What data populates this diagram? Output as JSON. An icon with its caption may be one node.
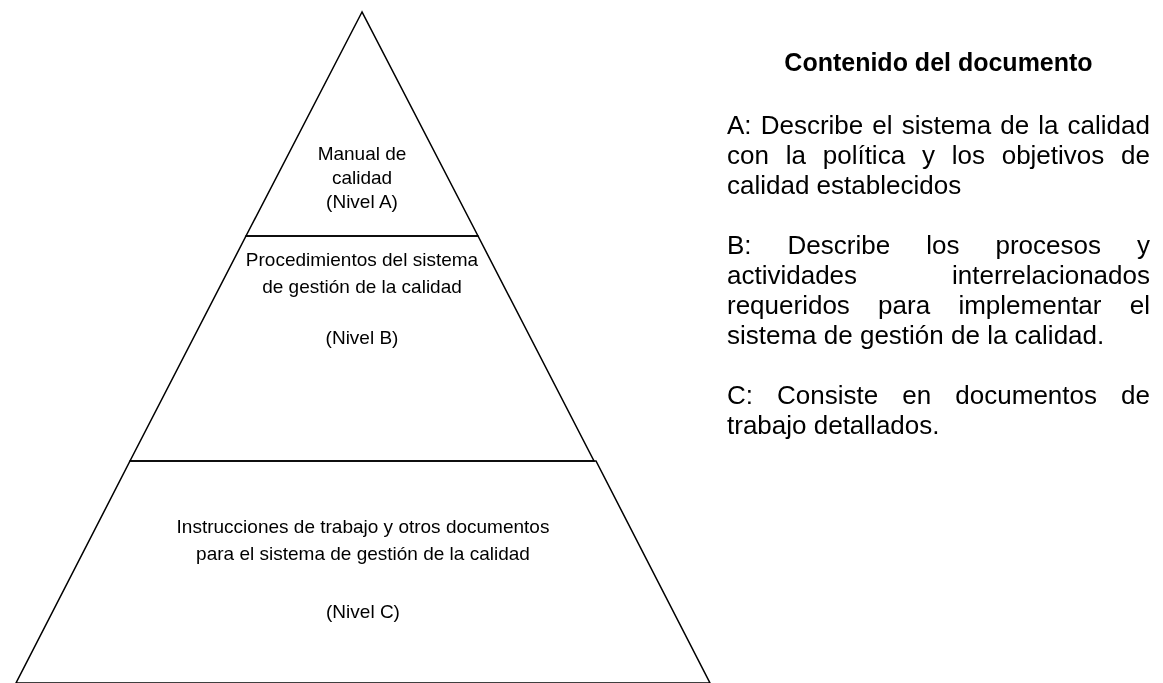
{
  "diagram": {
    "nodes": [
      {
        "text": [
          "Manual de calidad",
          "(Nivel A)"
        ]
      },
      {
        "text": [
          "Procedimientos del sistema de gestión de la calidad",
          "(Nivel B)"
        ]
      },
      {
        "text": [
          "Instrucciones de trabajo y otros documentos para el sistema de gestión de la calidad",
          "(Nivel C)"
        ]
      }
    ],
    "labels": [
      "Contenido del documento",
      "A: Describe el sistema de la calidad con la política y los objetivos de calidad establecidos",
      "B: Describe los procesos y actividades interrelacionados requeridos para implementar el sistema de gestión de la calidad.",
      "C: Consiste en documentos de trabajo detallados."
    ]
  }
}
